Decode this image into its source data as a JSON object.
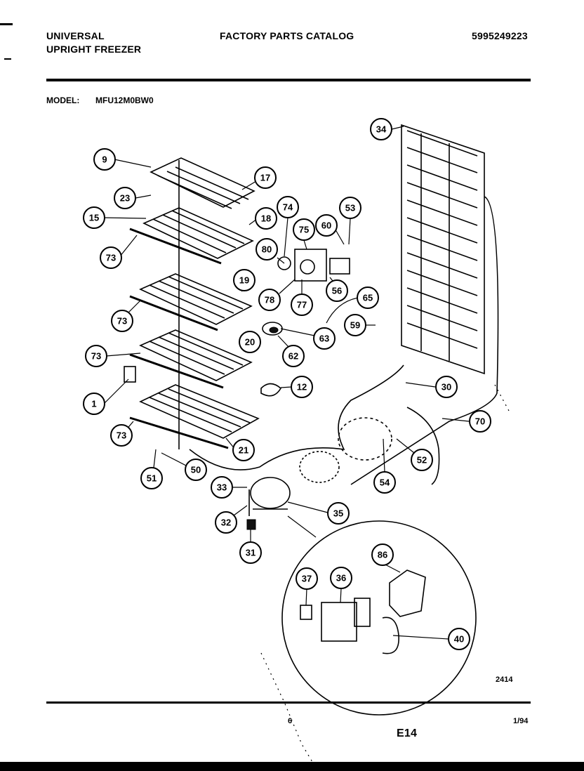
{
  "header": {
    "brand_line1": "UNIVERSAL",
    "brand_line2": "UPRIGHT FREEZER",
    "catalog_title": "FACTORY PARTS CATALOG",
    "catalog_number": "5995249223",
    "model_label": "MODEL:",
    "model_value": "MFU12M0BW0"
  },
  "diagram": {
    "callouts": [
      "9",
      "23",
      "15",
      "73",
      "17",
      "18",
      "73",
      "19",
      "73",
      "20",
      "1",
      "73",
      "21",
      "50",
      "51",
      "74",
      "75",
      "60",
      "53",
      "80",
      "78",
      "77",
      "56",
      "65",
      "59",
      "63",
      "62",
      "12",
      "34",
      "30",
      "70",
      "52",
      "54",
      "33",
      "32",
      "35",
      "31",
      "37",
      "36",
      "86",
      "40"
    ]
  },
  "footer": {
    "figure_code": "2414",
    "page_marker": "6",
    "section_code": "E14",
    "date": "1/94"
  }
}
